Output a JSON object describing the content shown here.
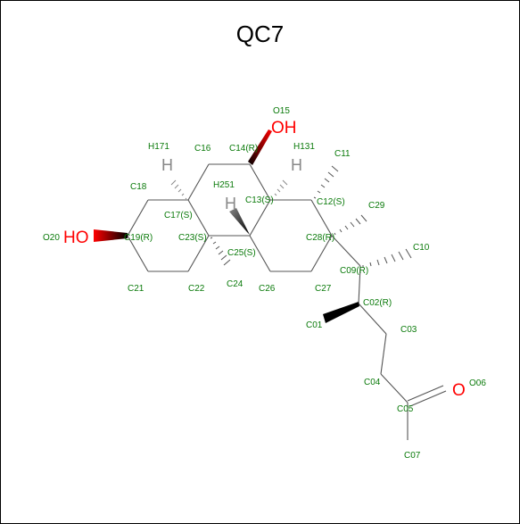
{
  "title": "QC7",
  "colors": {
    "bond": "#555555",
    "atom_label": "#0a7a0a",
    "oxygen": "#ff0000",
    "hydrogen": "#888888",
    "wedge": "#000000"
  },
  "heteroatoms": {
    "oh_top": "OH",
    "ho_left": "HO",
    "o_carbonyl": "O",
    "h_left": "H",
    "h_right": "H",
    "h_mid": "H"
  },
  "atom_labels": {
    "O15": "O15",
    "H171": "H171",
    "C16": "C16",
    "C14": "C14(R)",
    "H131": "H131",
    "C11": "C11",
    "C18": "C18",
    "H251": "H251",
    "C17": "C17(S)",
    "C13": "C13(S)",
    "C12": "C12(S)",
    "C29": "C29",
    "O20": "O20",
    "C19": "C19(R)",
    "C23": "C23(S)",
    "C28": "C28(R)",
    "C10": "C10",
    "C25": "C25(S)",
    "C09": "C09(R)",
    "C21": "C21",
    "C22": "C22",
    "C24": "C24",
    "C26": "C26",
    "C27": "C27",
    "C02": "C02(R)",
    "C01": "C01",
    "C03": "C03",
    "C04": "C04",
    "O06": "O06",
    "C05": "C05",
    "C07": "C07"
  }
}
